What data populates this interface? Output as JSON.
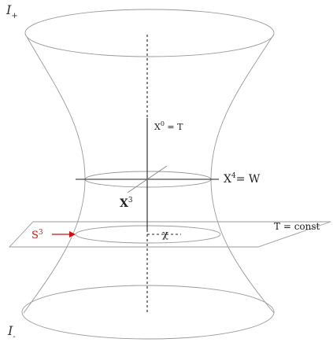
{
  "diagram": {
    "labels": {
      "i_plus": "I",
      "i_plus_sub": "+",
      "i_minus": "I",
      "i_minus_sub": "-",
      "x0": "X",
      "x0_sup": "0",
      "x0_rest": " = T",
      "x4": "X",
      "x4_sup": "4",
      "x4_rest": "= W",
      "x3": "X",
      "x3_sup": "3",
      "s3": "S",
      "s3_sup": "3",
      "chi": "χ",
      "t_const": "T = const"
    },
    "colors": {
      "s3_label": "#cc1111",
      "arrow": "#cc1111",
      "outline": "#9a9a9a",
      "axis": "#222222"
    }
  }
}
